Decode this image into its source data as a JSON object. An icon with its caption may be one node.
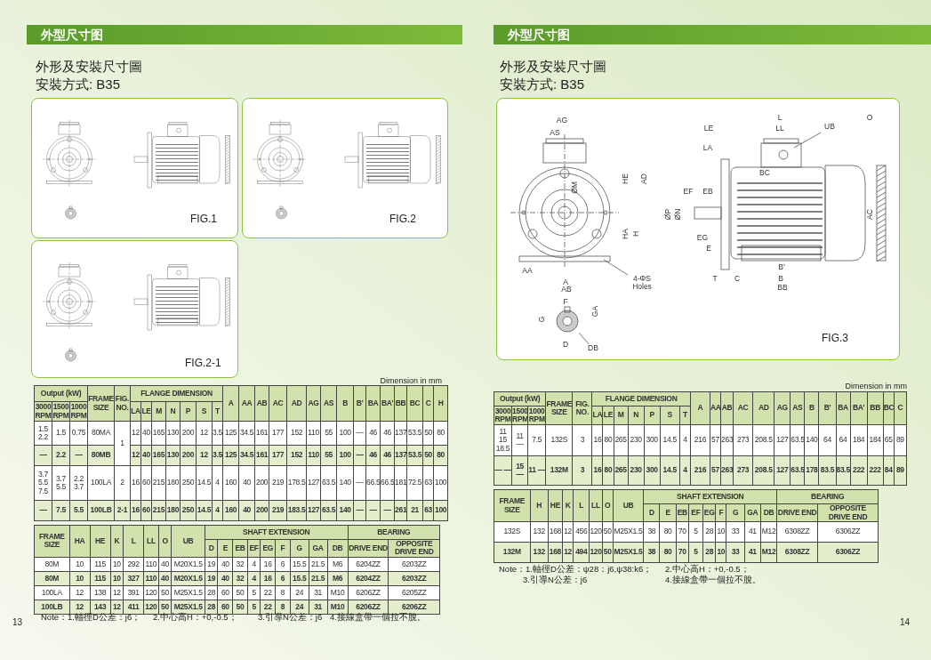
{
  "diagram": {
    "nodes": [
      {
        "text": [
          "FIG.1"
        ]
      },
      {
        "text": [
          "FIG.2"
        ]
      },
      {
        "text": [
          "FIG.2-1"
        ]
      },
      {
        "text": [
          "FIG.3"
        ]
      },
      {
        "text": [
          "4-ΦS Holes"
        ],
        "in": 3
      },
      {
        "text": [
          "UB"
        ],
        "in": 3
      },
      {
        "text": [
          "DB"
        ],
        "in": 3
      },
      {
        "text": [],
        "shape": "circle",
        "in": 3
      }
    ],
    "edges": [
      {
        "from": 4,
        "to": null,
        "arrow": "none"
      },
      {
        "from": 5,
        "to": null,
        "arrow": "none"
      },
      {
        "from": 6,
        "to": 7,
        "arrow": "none"
      }
    ],
    "labels": [
      "外型尺寸图",
      "外形及安裝尺寸圖",
      "安裝方式: B35",
      "Dimension in mm",
      "Output (kW)",
      "FRAME SIZE",
      "FIG. NO.",
      "FLANGE DIMENSION",
      "A",
      "AA",
      "AB",
      "AC",
      "AD",
      "AG",
      "AS",
      "B",
      "B'",
      "BA",
      "BA'",
      "BB",
      "BC",
      "C",
      "H",
      "3000 RPM",
      "1500 RPM",
      "1000 RPM",
      "LA",
      "LE",
      "M",
      "N",
      "P",
      "S",
      "T",
      "1.5 2.2",
      "1.5",
      "0.75",
      "80MA",
      "1",
      "12",
      "40",
      "165",
      "130",
      "200",
      "12",
      "3.5",
      "125",
      "34.5",
      "161",
      "177",
      "152",
      "110",
      "55",
      "100",
      "—",
      "46",
      "46",
      "137",
      "53.5",
      "50",
      "80",
      "—",
      "2.2",
      "—",
      "80MB",
      "12",
      "40",
      "165",
      "130",
      "200",
      "12",
      "3.5",
      "125",
      "34.5",
      "161",
      "177",
      "152",
      "110",
      "55",
      "100",
      "—",
      "46",
      "46",
      "137",
      "53.5",
      "50",
      "80",
      "3.7 5.5 7.5",
      "3.7 5.5",
      "2.2 3.7",
      "100LA",
      "2",
      "16",
      "60",
      "215",
      "180",
      "250",
      "14.5",
      "4",
      "160",
      "40",
      "200",
      "219",
      "178.5",
      "127",
      "63.5",
      "140",
      "—",
      "66.5",
      "66.5",
      "181",
      "72.5",
      "63",
      "100",
      "—",
      "7.5",
      "5.5",
      "100LB",
      "2-1",
      "16",
      "60",
      "215",
      "180",
      "250",
      "14.5",
      "4",
      "160",
      "40",
      "200",
      "219",
      "183.5",
      "127",
      "63.5",
      "140",
      "—",
      "—",
      "—",
      "261",
      "21",
      "63",
      "100",
      "FRAME SIZE",
      "HA",
      "HE",
      "K",
      "L",
      "LL",
      "O",
      "UB",
      "SHAFT EXTENSION",
      "BEARING",
      "D",
      "E",
      "EB",
      "EF",
      "EG",
      "F",
      "G",
      "GA",
      "DB",
      "DRIVE END",
      "OPPOSITE DRIVE END",
      "80M",
      "10",
      "115",
      "10",
      "292",
      "110",
      "40",
      "M20X1.5",
      "19",
      "40",
      "32",
      "4",
      "16",
      "6",
      "15.5",
      "21.5",
      "M6",
      "6204ZZ",
      "6203ZZ",
      "80M",
      "10",
      "115",
      "10",
      "327",
      "110",
      "40",
      "M20X1.5",
      "19",
      "40",
      "32",
      "4",
      "16",
      "6",
      "15.5",
      "21.5",
      "M6",
      "6204ZZ",
      "6203ZZ",
      "100LA",
      "12",
      "138",
      "12",
      "391",
      "120",
      "50",
      "M25X1.5",
      "28",
      "60",
      "50",
      "5",
      "22",
      "8",
      "24",
      "31",
      "M10",
      "6206ZZ",
      "6205ZZ",
      "100LB",
      "12",
      "143",
      "12",
      "411",
      "120",
      "50",
      "M25X1.5",
      "28",
      "60",
      "50",
      "5",
      "22",
      "8",
      "24",
      "31",
      "M10",
      "6206ZZ",
      "6206ZZ",
      "Note：1.軸徑D公差：j6；",
      "2.中心高H：+0,-0.5；",
      "3.引導N公差：j6",
      "4.接線盒帶一個拉不脫。",
      "13",
      "外型尺寸图",
      "外形及安裝尺寸圖",
      "安裝方式: B35",
      "Dimension in mm",
      "Output (kW)",
      "FRAME SIZE",
      "FIG. NO.",
      "FLANGE DIMENSION",
      "A",
      "AA",
      "AB",
      "AC",
      "AD",
      "AG",
      "AS",
      "B",
      "B'",
      "BA",
      "BA'",
      "BB",
      "BC",
      "C",
      "3000 RPM",
      "1500 RPM",
      "1000 RPM",
      "LA",
      "LE",
      "M",
      "N",
      "P",
      "S",
      "T",
      "11 15 18.5",
      "11 —",
      "7.5",
      "132S",
      "3",
      "16",
      "80",
      "265",
      "230",
      "300",
      "14.5",
      "4",
      "216",
      "57",
      "263",
      "273",
      "208.5",
      "127",
      "63.5",
      "140",
      "64",
      "64",
      "184",
      "184",
      "65",
      "89",
      "— —",
      "15 —",
      "11 —",
      "132M",
      "3",
      "16",
      "80",
      "265",
      "230",
      "300",
      "14.5",
      "4",
      "216",
      "57",
      "263",
      "273",
      "208.5",
      "127",
      "63.5",
      "178",
      "83.5",
      "83.5",
      "222",
      "222",
      "84",
      "89",
      "FRAME SIZE",
      "H",
      "HE",
      "K",
      "L",
      "LL",
      "O",
      "UB",
      "SHAFT EXTENSION",
      "BEARING",
      "D",
      "E",
      "EB",
      "EF",
      "EG",
      "F",
      "G",
      "GA",
      "DB",
      "DRIVE END",
      "OPPOSITE DRIVE END",
      "132S",
      "132",
      "168",
      "12",
      "456",
      "120",
      "50",
      "M25X1.5",
      "38",
      "80",
      "70",
      "5",
      "28",
      "10",
      "33",
      "41",
      "M12",
      "6308ZZ",
      "6306ZZ",
      "132M",
      "132",
      "168",
      "12",
      "494",
      "120",
      "50",
      "M25X1.5",
      "38",
      "80",
      "70",
      "5",
      "28",
      "10",
      "33",
      "41",
      "M12",
      "6308ZZ",
      "6306ZZ",
      "Note：1.軸徑D公差：ψ28：j6,ψ38:k6；",
      "2.中心高H：+0,-0.5；",
      "3.引導N公差：j6",
      "4.接線盒帶一個拉不脫。",
      "14",
      "AG",
      "AS",
      "HE",
      "AD",
      "ØM",
      "HA",
      "H",
      "AA",
      "A",
      "AB",
      "F",
      "G",
      "GA",
      "D",
      "L",
      "O",
      "LE",
      "LL",
      "LA",
      "BC",
      "EF",
      "EB",
      "ØP",
      "ØN",
      "EG",
      "E",
      "AC",
      "B'",
      "T",
      "C",
      "B",
      "BB"
    ]
  }
}
